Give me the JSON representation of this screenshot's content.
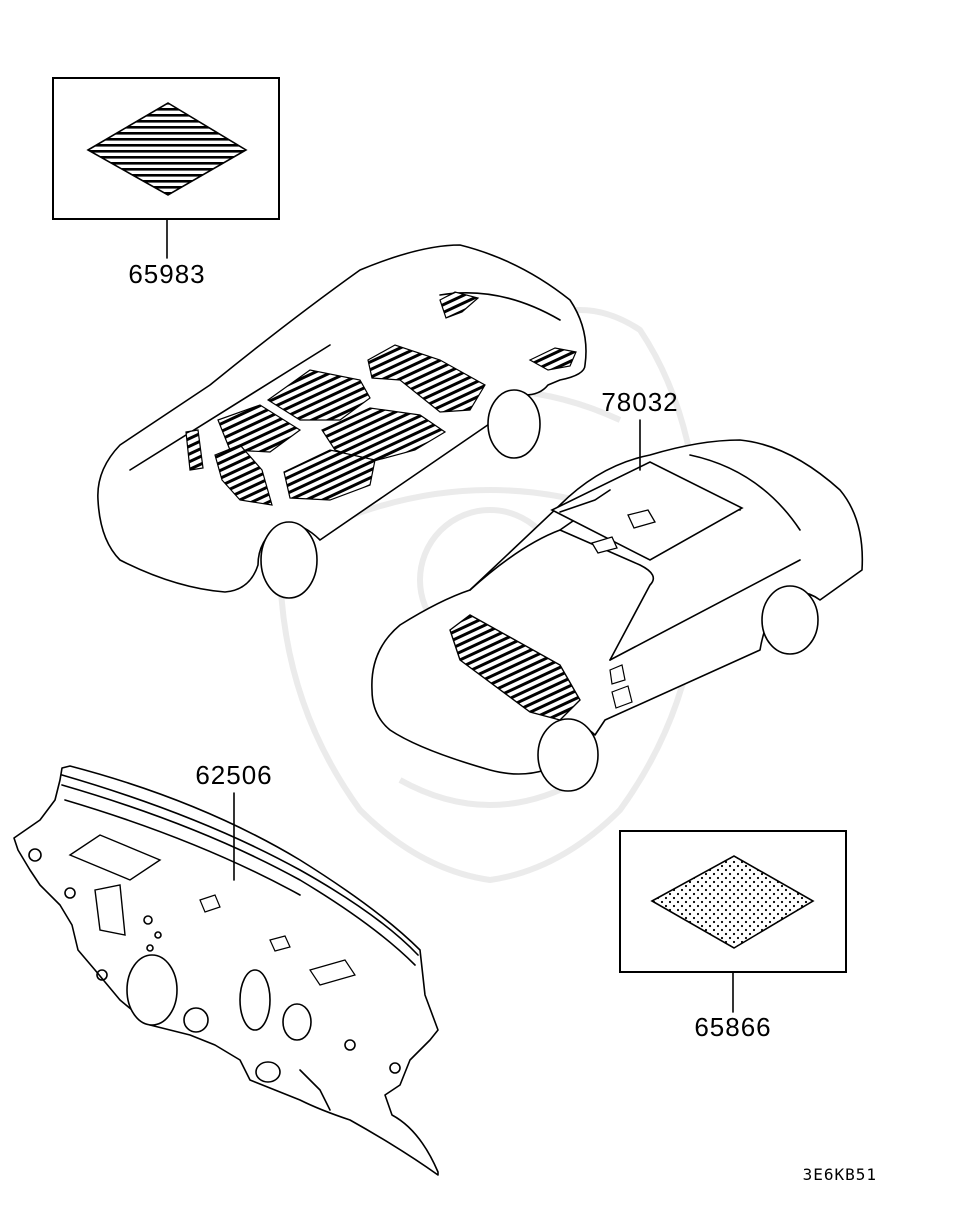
{
  "diagram": {
    "parts": [
      {
        "id": "p1",
        "number": "65983"
      },
      {
        "id": "p2",
        "number": "78032"
      },
      {
        "id": "p3",
        "number": "62506"
      },
      {
        "id": "p4",
        "number": "65866"
      }
    ],
    "reference_code": "3E6KB51"
  },
  "colors": {
    "line": "#000000",
    "background": "#ffffff",
    "watermark": "#e9e9e9"
  }
}
